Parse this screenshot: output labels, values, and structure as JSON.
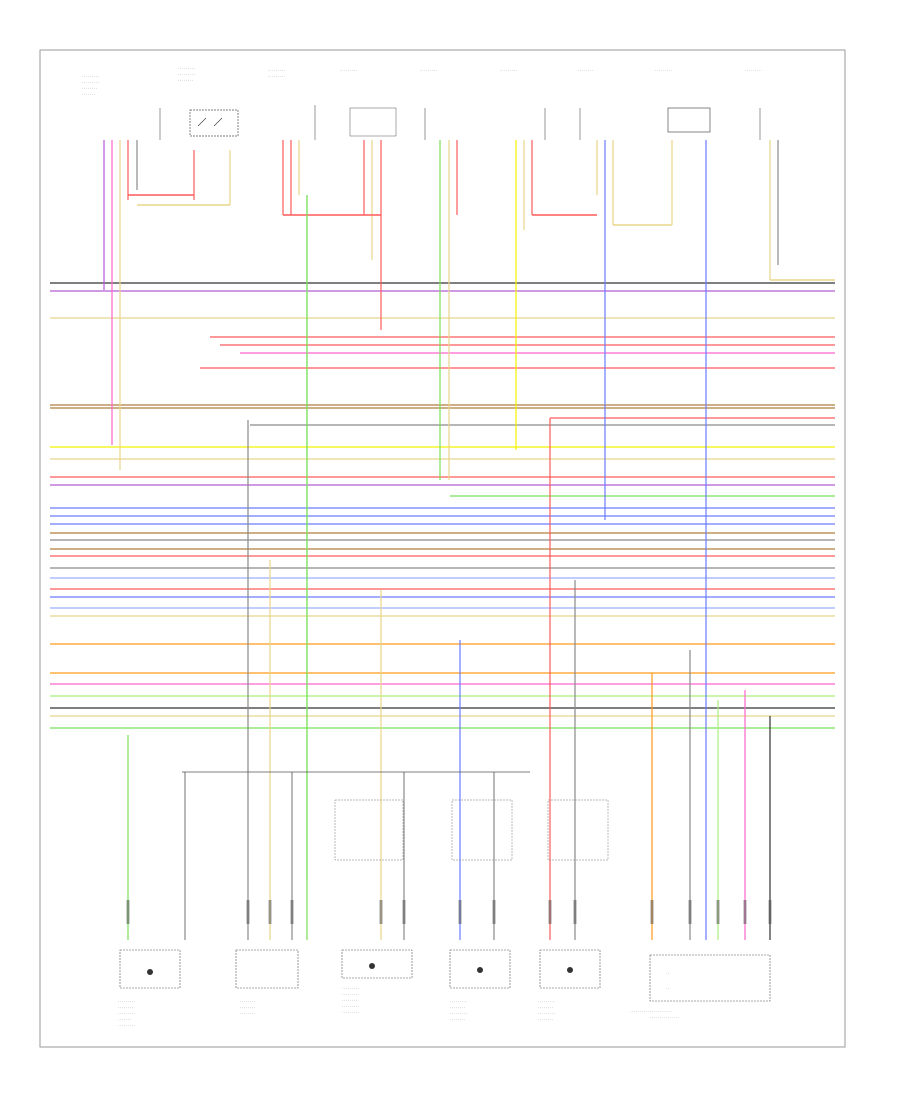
{
  "page": {
    "id": ""
  },
  "colors": {
    "violet": "#b45cd6",
    "pink": "#ff66cc",
    "red": "#ff5a5a",
    "yellow": "#f2f200",
    "tan": "#e8d58a",
    "brown": "#b07d3a",
    "orange": "#ff9a1a",
    "green": "#79e05a",
    "blue": "#6a7cff",
    "lightblue": "#9ab0ff",
    "gray": "#8a8a8a",
    "black": "#333333",
    "lightgreen": "#a8f07a"
  },
  "top_components": [
    {
      "id": "t1",
      "label": ""
    },
    {
      "id": "t2",
      "label": ""
    },
    {
      "id": "t3",
      "label": ""
    },
    {
      "id": "t4",
      "label": ""
    },
    {
      "id": "t5",
      "label": ""
    },
    {
      "id": "t6",
      "label": ""
    },
    {
      "id": "t7",
      "label": ""
    },
    {
      "id": "t8",
      "label": ""
    },
    {
      "id": "t9",
      "label": ""
    }
  ],
  "bottom_components": [
    {
      "id": "b1",
      "label": ""
    },
    {
      "id": "b2",
      "label": ""
    },
    {
      "id": "b3",
      "label": ""
    },
    {
      "id": "b4",
      "label": ""
    },
    {
      "id": "b5",
      "label": ""
    },
    {
      "id": "b6",
      "label": ""
    }
  ],
  "bus_wires": [
    {
      "color": "black",
      "left_label": "",
      "right_label": ""
    },
    {
      "color": "violet",
      "left_label": "",
      "right_label": ""
    },
    {
      "color": "tan",
      "left_label": "",
      "right_label": ""
    },
    {
      "color": "red",
      "left_label": "",
      "right_label": ""
    },
    {
      "color": "red",
      "left_label": "",
      "right_label": ""
    },
    {
      "color": "pink",
      "left_label": "",
      "right_label": ""
    },
    {
      "color": "red",
      "left_label": "",
      "right_label": ""
    },
    {
      "color": "brown",
      "left_label": "",
      "right_label": ""
    },
    {
      "color": "brown",
      "left_label": "",
      "right_label": ""
    },
    {
      "color": "red",
      "left_label": "",
      "right_label": ""
    },
    {
      "color": "gray",
      "left_label": "",
      "right_label": ""
    },
    {
      "color": "yellow",
      "left_label": "",
      "right_label": ""
    },
    {
      "color": "tan",
      "left_label": "",
      "right_label": ""
    },
    {
      "color": "red",
      "left_label": "",
      "right_label": ""
    },
    {
      "color": "violet",
      "left_label": "",
      "right_label": ""
    },
    {
      "color": "green",
      "left_label": "",
      "right_label": ""
    },
    {
      "color": "blue",
      "left_label": "",
      "right_label": ""
    },
    {
      "color": "blue",
      "left_label": "",
      "right_label": ""
    },
    {
      "color": "blue",
      "left_label": "",
      "right_label": ""
    },
    {
      "color": "brown",
      "left_label": "",
      "right_label": ""
    },
    {
      "color": "gray",
      "left_label": "",
      "right_label": ""
    },
    {
      "color": "brown",
      "left_label": "",
      "right_label": ""
    },
    {
      "color": "red",
      "left_label": "",
      "right_label": ""
    },
    {
      "color": "gray",
      "left_label": "",
      "right_label": ""
    },
    {
      "color": "lightblue",
      "left_label": "",
      "right_label": ""
    },
    {
      "color": "red",
      "left_label": "",
      "right_label": ""
    },
    {
      "color": "blue",
      "left_label": "",
      "right_label": ""
    },
    {
      "color": "lightblue",
      "left_label": "",
      "right_label": ""
    },
    {
      "color": "tan",
      "left_label": "",
      "right_label": ""
    },
    {
      "color": "orange",
      "left_label": "",
      "right_label": ""
    },
    {
      "color": "orange",
      "left_label": "",
      "right_label": ""
    },
    {
      "color": "pink",
      "left_label": "",
      "right_label": ""
    },
    {
      "color": "lightgreen",
      "left_label": "",
      "right_label": ""
    },
    {
      "color": "black",
      "left_label": "",
      "right_label": ""
    },
    {
      "color": "tan",
      "left_label": "",
      "right_label": ""
    },
    {
      "color": "green",
      "left_label": "",
      "right_label": ""
    }
  ],
  "vertical_wires": [
    {
      "color": "violet"
    },
    {
      "color": "pink"
    },
    {
      "color": "tan"
    },
    {
      "color": "red"
    },
    {
      "color": "green"
    },
    {
      "color": "red"
    },
    {
      "color": "tan"
    },
    {
      "color": "green"
    },
    {
      "color": "yellow"
    },
    {
      "color": "blue"
    },
    {
      "color": "red"
    },
    {
      "color": "blue"
    },
    {
      "color": "orange"
    },
    {
      "color": "gray"
    },
    {
      "color": "pink"
    }
  ]
}
